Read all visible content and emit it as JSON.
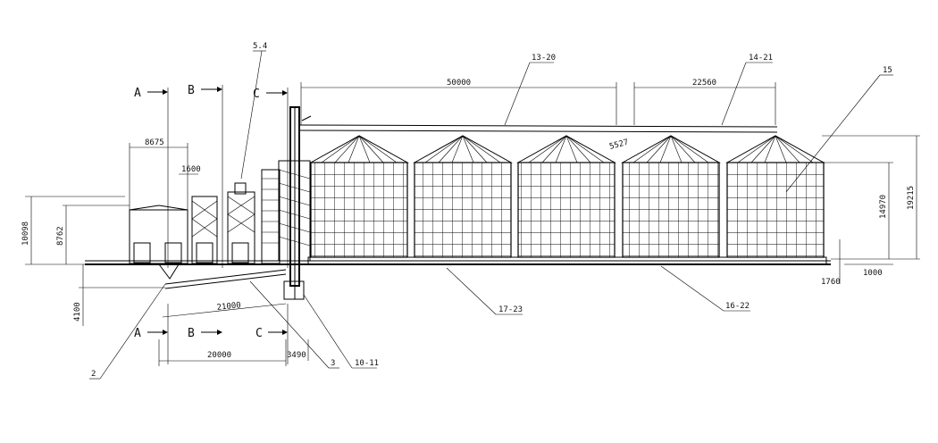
{
  "sections": {
    "a_top": "A",
    "b_top": "B",
    "c_top": "C",
    "a_bottom": "A",
    "b_bottom": "B",
    "c_bottom": "C"
  },
  "dimensions": {
    "bank_length_1": "50000",
    "bank_length_2": "22560",
    "incline": "5527",
    "total_height": "19215",
    "silo_height": "14970",
    "building_height": "10098",
    "hall_height": "8762",
    "pit_depth": "4100",
    "building_width": "8675",
    "column_width": "1600",
    "conveyor_length": "21000",
    "span_ab": "20000",
    "span_c": "3490",
    "base_1760": "1760",
    "base_1000": "1000"
  },
  "callouts": {
    "c_5_4": "5.4",
    "c_13_20": "13-20",
    "c_14_21": "14-21",
    "c_15": "15",
    "c_17_23": "17-23",
    "c_16_22": "16-22",
    "c_10_11": "10-11",
    "c_3": "3",
    "c_2": "2"
  }
}
